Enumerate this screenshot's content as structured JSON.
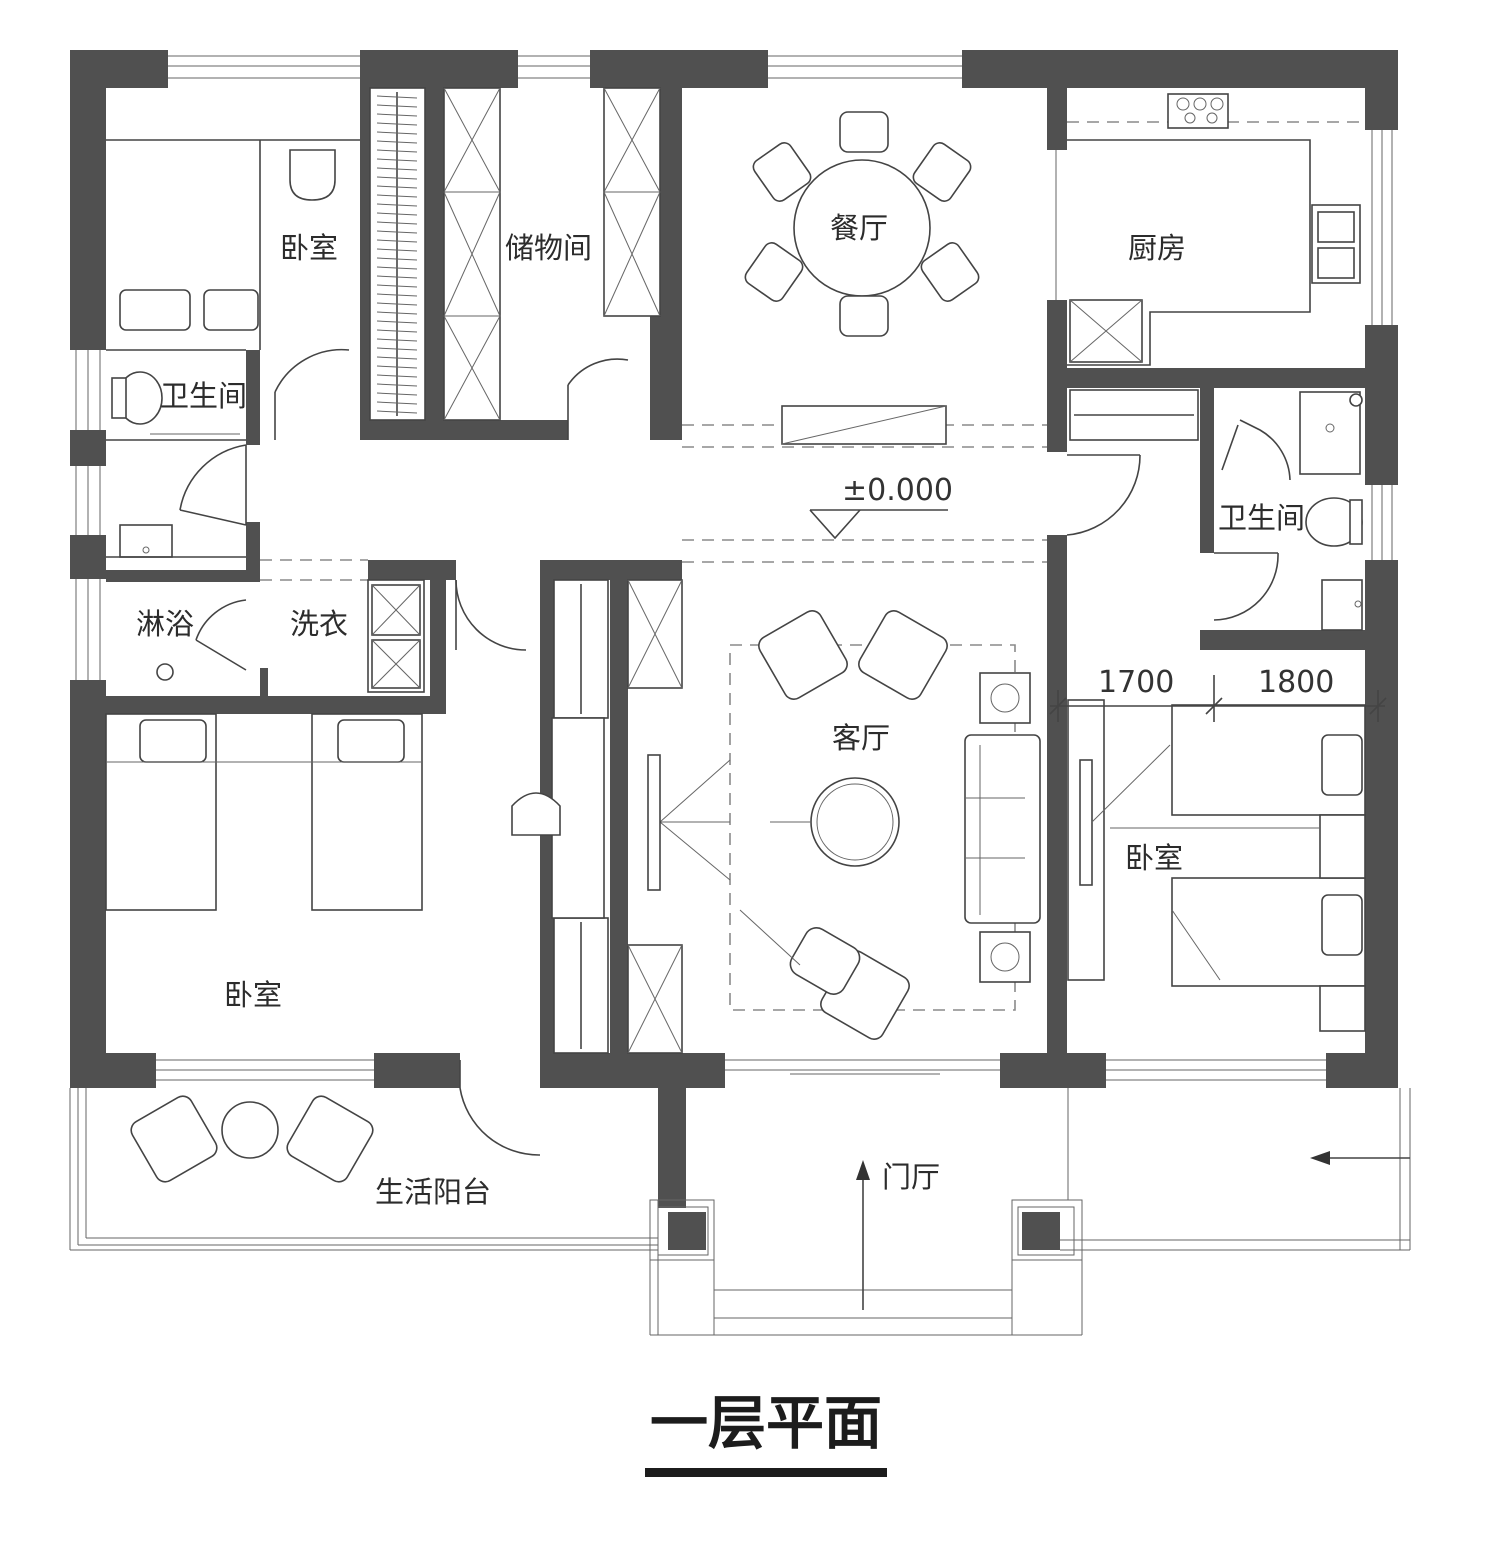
{
  "title": "一层平面",
  "elevation": "±0.000",
  "dimensions": {
    "left": "1700",
    "right": "1800"
  },
  "rooms": {
    "bedroom_nw": "卧室",
    "storage": "储物间",
    "dining": "餐厅",
    "kitchen": "厨房",
    "bath_w": "卫生间",
    "bath_e": "卫生间",
    "shower": "淋浴",
    "laundry": "洗衣",
    "living": "客厅",
    "bedroom_e": "卧室",
    "bedroom_sw": "卧室",
    "balcony": "生活阳台",
    "foyer": "门厅"
  },
  "colors": {
    "wall": "#505050",
    "line": "#444444",
    "dashed": "#8a8a8a",
    "background": "#ffffff"
  }
}
